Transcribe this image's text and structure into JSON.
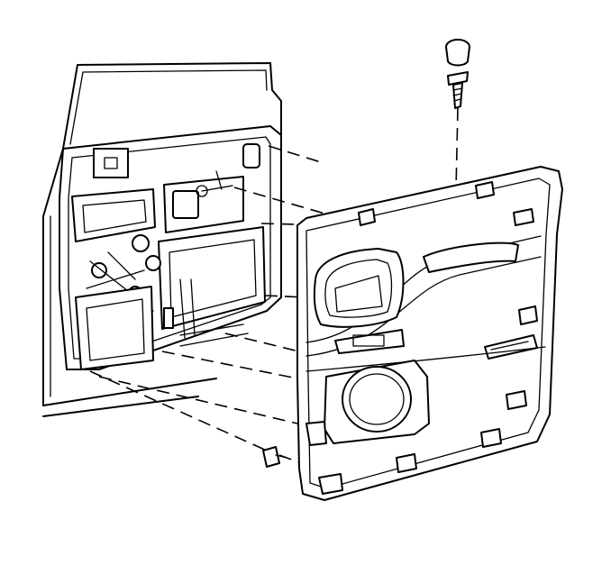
{
  "diagram": {
    "parts": [
      "door-inner-frame",
      "door-trim-panel",
      "trim-panel-screw-cap",
      "trim-panel-screw",
      "door-handle-bezel",
      "speaker-grille",
      "armrest-pull-cup",
      "retainer-clip",
      "window-regulator",
      "door-lock-actuator",
      "wiring-connector"
    ],
    "line_color": "#000000",
    "background": "#ffffff"
  }
}
